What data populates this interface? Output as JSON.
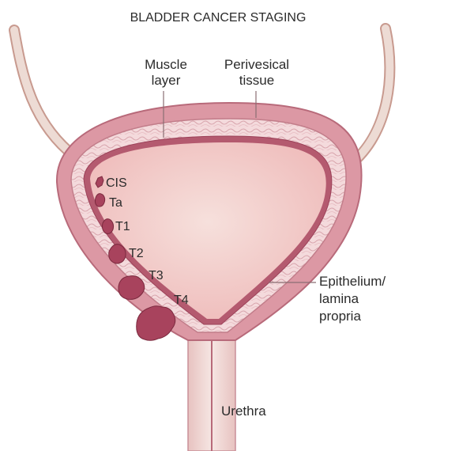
{
  "title": "BLADDER CANCER STAGING",
  "labels": {
    "muscle": [
      "Muscle",
      "layer"
    ],
    "perivesical": [
      "Perivesical",
      "tissue"
    ],
    "epithelium": [
      "Epithelium/",
      "lamina",
      "propria"
    ],
    "urethra": "Urethra"
  },
  "stages": [
    "CIS",
    "Ta",
    "T1",
    "T2",
    "T3",
    "T4"
  ],
  "colors": {
    "outer_wall": "#d98f9c",
    "outer_stroke": "#b86a7a",
    "muscle_band": "#f2d3d6",
    "lumen": "#f3c7c5",
    "lining": "#a64d63",
    "tumor": "#a8435d",
    "ureter": "#e8cfc6"
  }
}
